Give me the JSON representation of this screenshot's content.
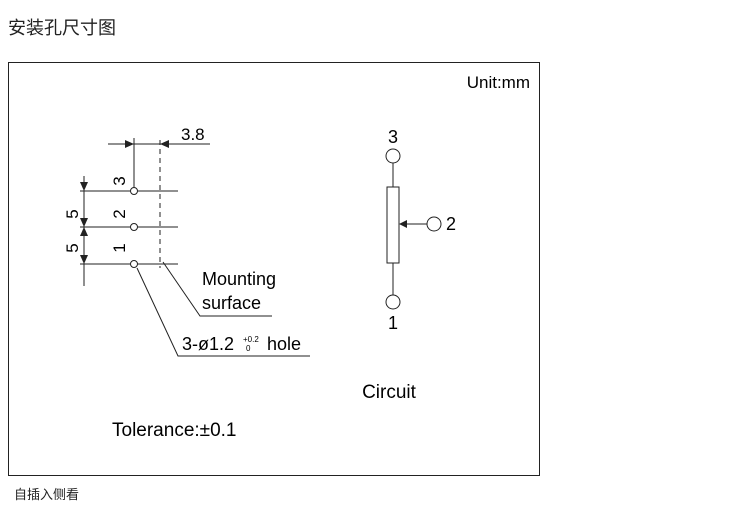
{
  "heading": "安装孔尺寸图",
  "footnote": "自插入侧看",
  "drawing": {
    "unit_label": "Unit:mm",
    "pitch_dim": "3.8",
    "spacing_dim_upper": "5",
    "spacing_dim_lower": "5",
    "pin_labels": [
      "3",
      "2",
      "1"
    ],
    "mounting_label_line1": "Mounting",
    "mounting_label_line2": "surface",
    "hole_label_main": "3-ø1.2",
    "hole_tol_plus": "+0.2",
    "hole_tol_minus": "0",
    "hole_label_suffix": "hole",
    "tolerance": "Tolerance:±0.1"
  },
  "circuit": {
    "title": "Circuit",
    "terminal_top": "3",
    "terminal_wiper": "2",
    "terminal_bottom": "1"
  }
}
